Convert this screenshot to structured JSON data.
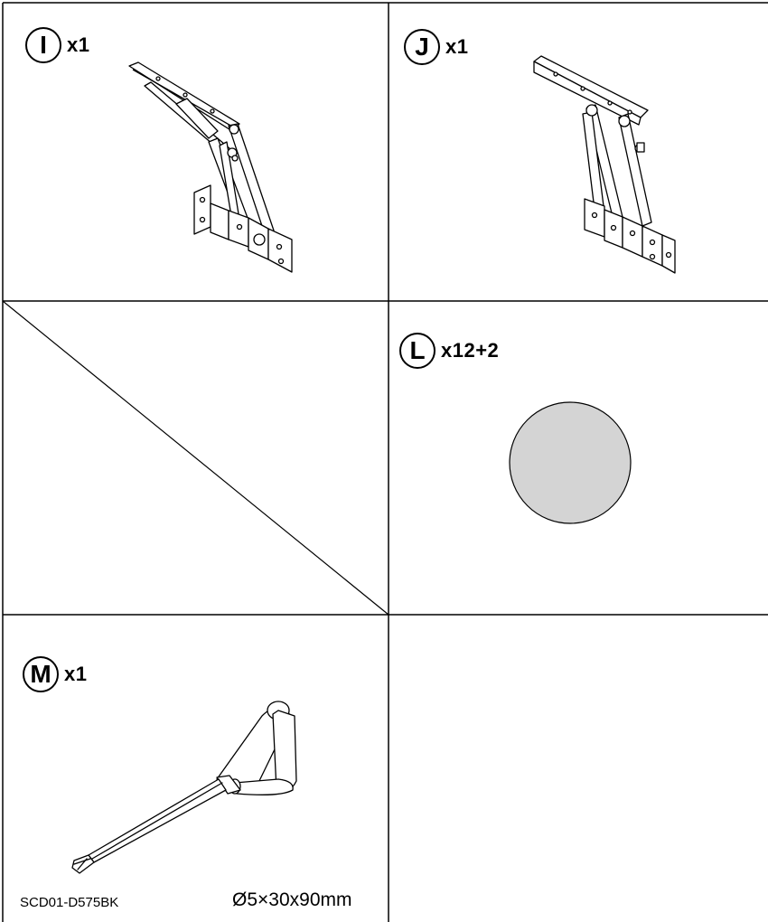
{
  "parts": [
    {
      "letter": "I",
      "qty": "x1",
      "icon": "lift-mechanism-left-icon"
    },
    {
      "letter": "J",
      "qty": "x1",
      "icon": "lift-mechanism-right-icon"
    },
    {
      "letter": "L",
      "qty": "x12+2",
      "icon": "round-disc-icon"
    },
    {
      "letter": "M",
      "qty": "x1",
      "icon": "screwdriver-icon"
    }
  ],
  "footer": {
    "model": "SCD01-D575BK",
    "dimensions": "Ø5×30x90mm"
  },
  "colors": {
    "line": "#000000",
    "disc_fill": "#d4d4d4",
    "background": "#ffffff"
  }
}
